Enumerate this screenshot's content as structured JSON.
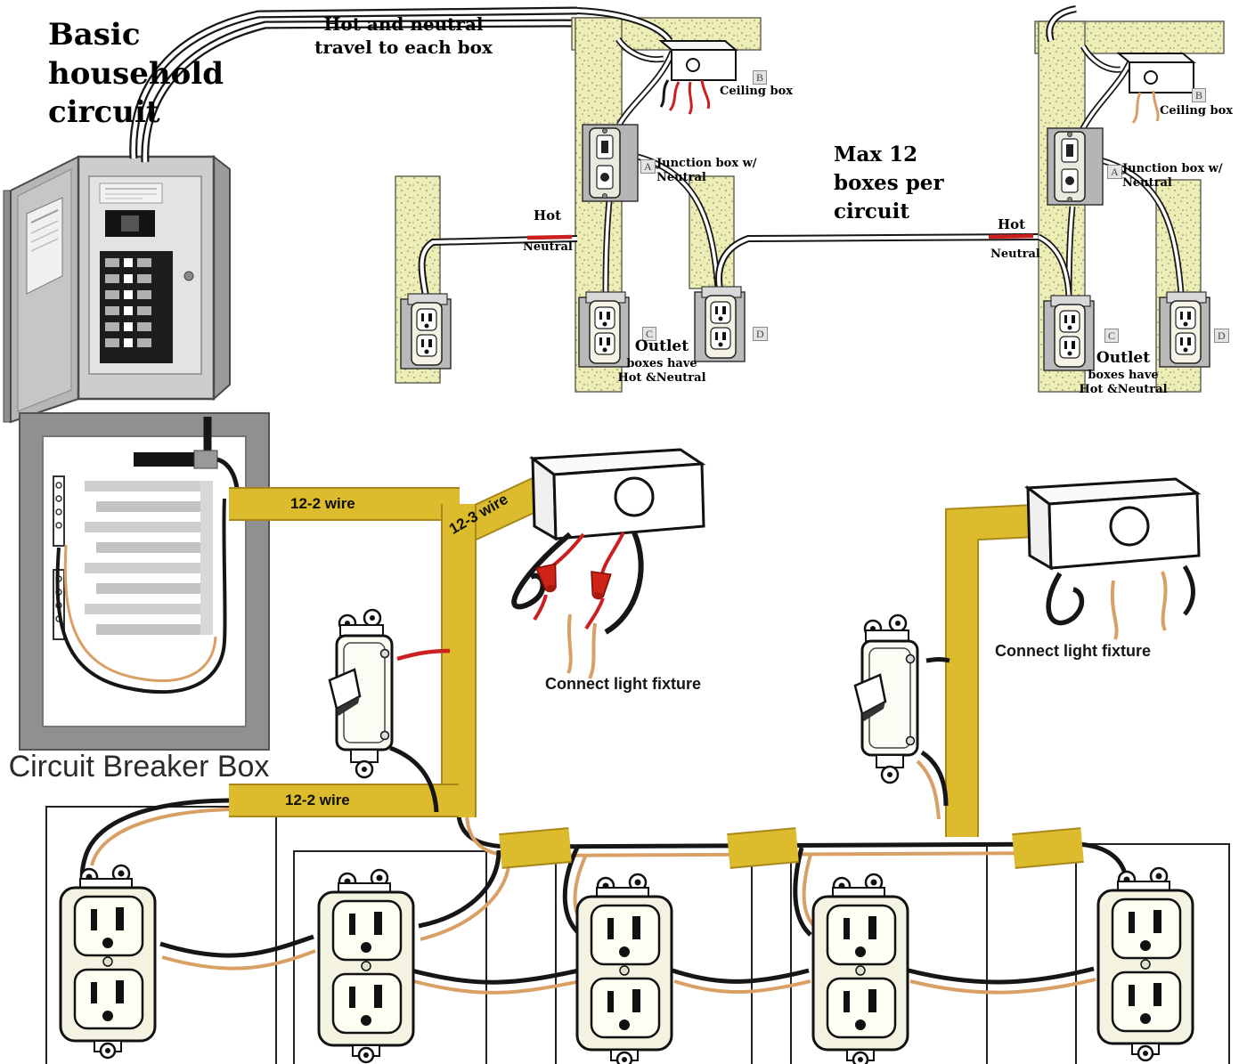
{
  "title": "Basic\nhousehold\ncircuit",
  "annotations": {
    "hot_neutral_travel": "Hot and neutral\ntravel to each box",
    "max_boxes": "Max 12\nboxes per\ncircuit",
    "circuit_breaker_box": "Circuit Breaker Box",
    "wire_12_2_top": "12-2 wire",
    "wire_12_3": "12-3 wire",
    "wire_12_2_bottom": "12-2 wire",
    "connect_light_fixture_left": "Connect light fixture",
    "connect_light_fixture_right": "Connect light fixture"
  },
  "branch_left": {
    "ceiling_box": "Ceiling box",
    "junction_box": "Junction box w/\nNeutral",
    "hot": "Hot",
    "neutral": "Neutral",
    "outlet_title": "Outlet",
    "outlet_sub": "boxes have\nHot &Neutral",
    "marker_a": "A",
    "marker_b": "B",
    "marker_c": "C",
    "marker_d": "D"
  },
  "branch_right": {
    "ceiling_box": "Ceiling box",
    "junction_box": "Junction box w/\nNeutral",
    "hot": "Hot",
    "neutral": "Neutral",
    "outlet_title": "Outlet",
    "outlet_sub": "boxes have\nHot &Neutral",
    "marker_a": "A",
    "marker_b": "B",
    "marker_c": "C",
    "marker_d": "D"
  },
  "colors": {
    "wire_yellow": "#dcbc2c",
    "wire_yellow_edge": "#a8871c",
    "wire_red": "#cc2020",
    "wire_tan": "#d9a066",
    "wire_black": "#161616",
    "stud_fill": "#ededb6",
    "panel_gray": "#cdcdcd"
  }
}
